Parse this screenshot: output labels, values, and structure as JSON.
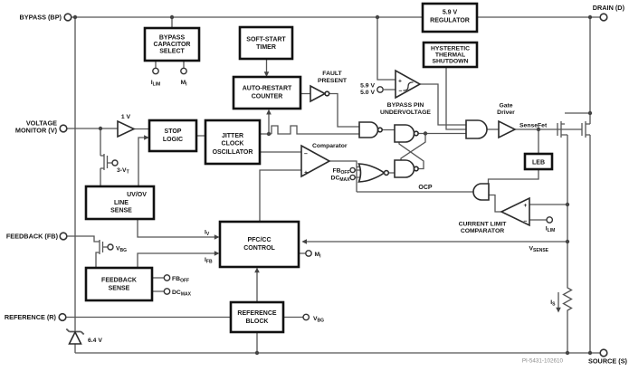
{
  "part_number": "PI-5431-102610",
  "pins": {
    "bypass": "BYPASS (BP)",
    "voltage_monitor_1": "VOLTAGE",
    "voltage_monitor_2": "MONITOR (V)",
    "feedback": "FEEDBACK (FB)",
    "reference": "REFERENCE (R)",
    "drain": "DRAIN (D)",
    "source": "SOURCE (S)"
  },
  "blocks": {
    "bypass_capacitor_select": {
      "line1": "BYPASS",
      "line2": "CAPACITOR",
      "line3": "SELECT"
    },
    "soft_start_timer": {
      "line1": "SOFT-START",
      "line2": "TIMER"
    },
    "auto_restart_counter": {
      "line1": "AUTO-RESTART",
      "line2": "COUNTER"
    },
    "regulator": {
      "line1": "5.9 V",
      "line2": "REGULATOR"
    },
    "hysteretic_thermal_shutdown": {
      "line1": "HYSTERETIC",
      "line2": "THERMAL",
      "line3": "SHUTDOWN"
    },
    "stop_logic": {
      "line1": "STOP",
      "line2": "LOGIC"
    },
    "jitter_clock_oscillator": {
      "line1": "JITTER",
      "line2": "CLOCK",
      "line3": "OSCILLATOR"
    },
    "line_sense": {
      "line1": "UV/OV",
      "line2": "LINE",
      "line3": "SENSE"
    },
    "feedback_sense": {
      "line1": "FEEDBACK",
      "line2": "SENSE"
    },
    "pfc_cc_control": {
      "line1": "PFC/CC",
      "line2": "CONTROL"
    },
    "reference_block": {
      "line1": "REFERENCE",
      "line2": "BLOCK"
    },
    "leb": {
      "label": "LEB"
    }
  },
  "labels": {
    "fault_present_1": "FAULT",
    "fault_present_2": "PRESENT",
    "bypass_pin_uv_1": "BYPASS PIN",
    "bypass_pin_uv_2": "UNDERVOLTAGE",
    "uv_threshold_high": "5.9 V",
    "uv_threshold_low": "5.0 V",
    "one_volt": "1 V",
    "comparator": "Comparator",
    "gate_1": "Gate",
    "gate_2": "Driver",
    "sensefet": "SenseFet",
    "ocp": "OCP",
    "current_limit_1": "CURRENT LIMIT",
    "current_limit_2": "COMPARATOR",
    "zener_voltage": "6.4 V",
    "plus": "+",
    "minus": "−"
  },
  "signals": {
    "i_lim": {
      "main": "I",
      "sub": "LIM"
    },
    "m_i": {
      "main": "M",
      "sub": "I"
    },
    "i_v": {
      "main": "I",
      "sub": "V"
    },
    "i_fb": {
      "main": "I",
      "sub": "FB"
    },
    "fb_off": {
      "main": "FB",
      "sub": "OFF"
    },
    "dc_max": {
      "main": "DC",
      "sub": "MAX"
    },
    "v_bg": {
      "main": "V",
      "sub": "BG"
    },
    "v_sense": {
      "main": "V",
      "sub": "SENSE"
    },
    "i_s": {
      "main": "I",
      "sub": "S"
    },
    "three_vt": {
      "main": "3-V",
      "sub": "T"
    }
  }
}
